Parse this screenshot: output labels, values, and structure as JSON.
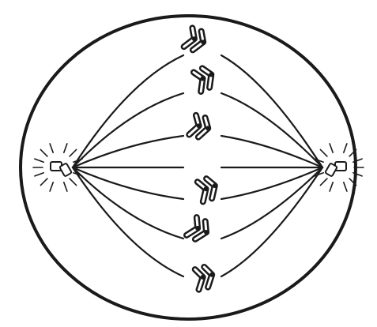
{
  "diagram": {
    "subject": "cell-division-metaphase",
    "ink_color": "#1a1a1a",
    "paper_color": "#ffffff",
    "chromosome_count": 6,
    "spindle_fibers_per_side": 7,
    "centrosome_count": 2
  }
}
